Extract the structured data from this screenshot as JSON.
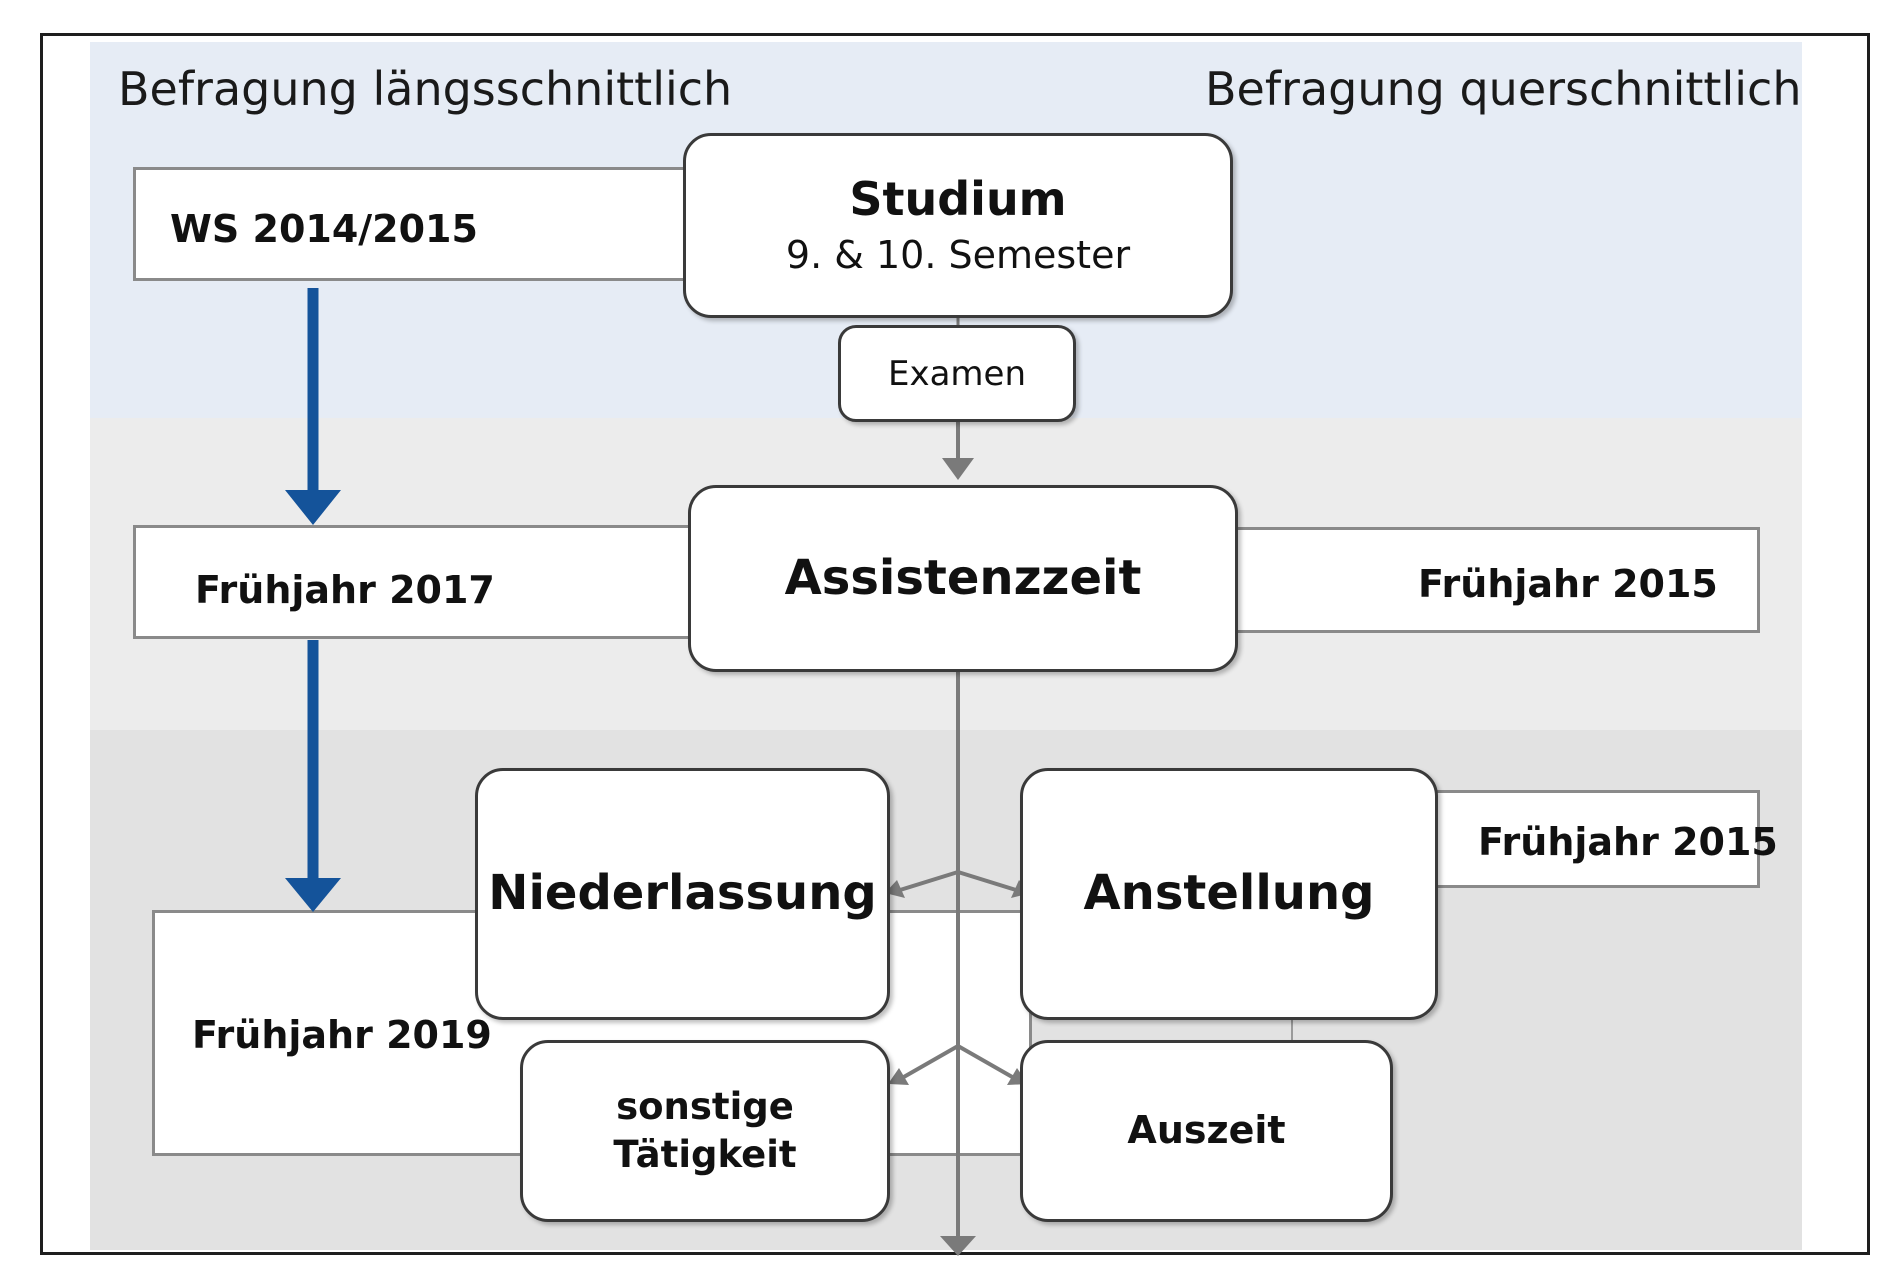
{
  "headers": {
    "left": "Befragung längsschnittlich",
    "right": "Befragung querschnittlich"
  },
  "survey_waves": {
    "ws": "WS 2014/2015",
    "fj2017": "Frühjahr 2017",
    "fj2019": "Frühjahr 2019",
    "fj2015_assist": "Frühjahr 2015",
    "fj2015_anstellung": "Frühjahr 2015"
  },
  "stages": {
    "studium": {
      "title": "Studium",
      "sub": "9. & 10. Semester"
    },
    "examen": "Examen",
    "assistenzzeit": "Assistenzzeit",
    "niederlassung": "Niederlassung",
    "anstellung": "Anstellung",
    "sonstige_line1": "sonstige",
    "sonstige_line2": "Tätigkeit",
    "auszeit": "Auszeit"
  },
  "colors": {
    "blue_arrow": "#14539a",
    "gray_line": "#7a7a7a",
    "band_top": "#e6ecf5",
    "band_mid": "#ececec",
    "band_low": "#e2e2e2"
  }
}
